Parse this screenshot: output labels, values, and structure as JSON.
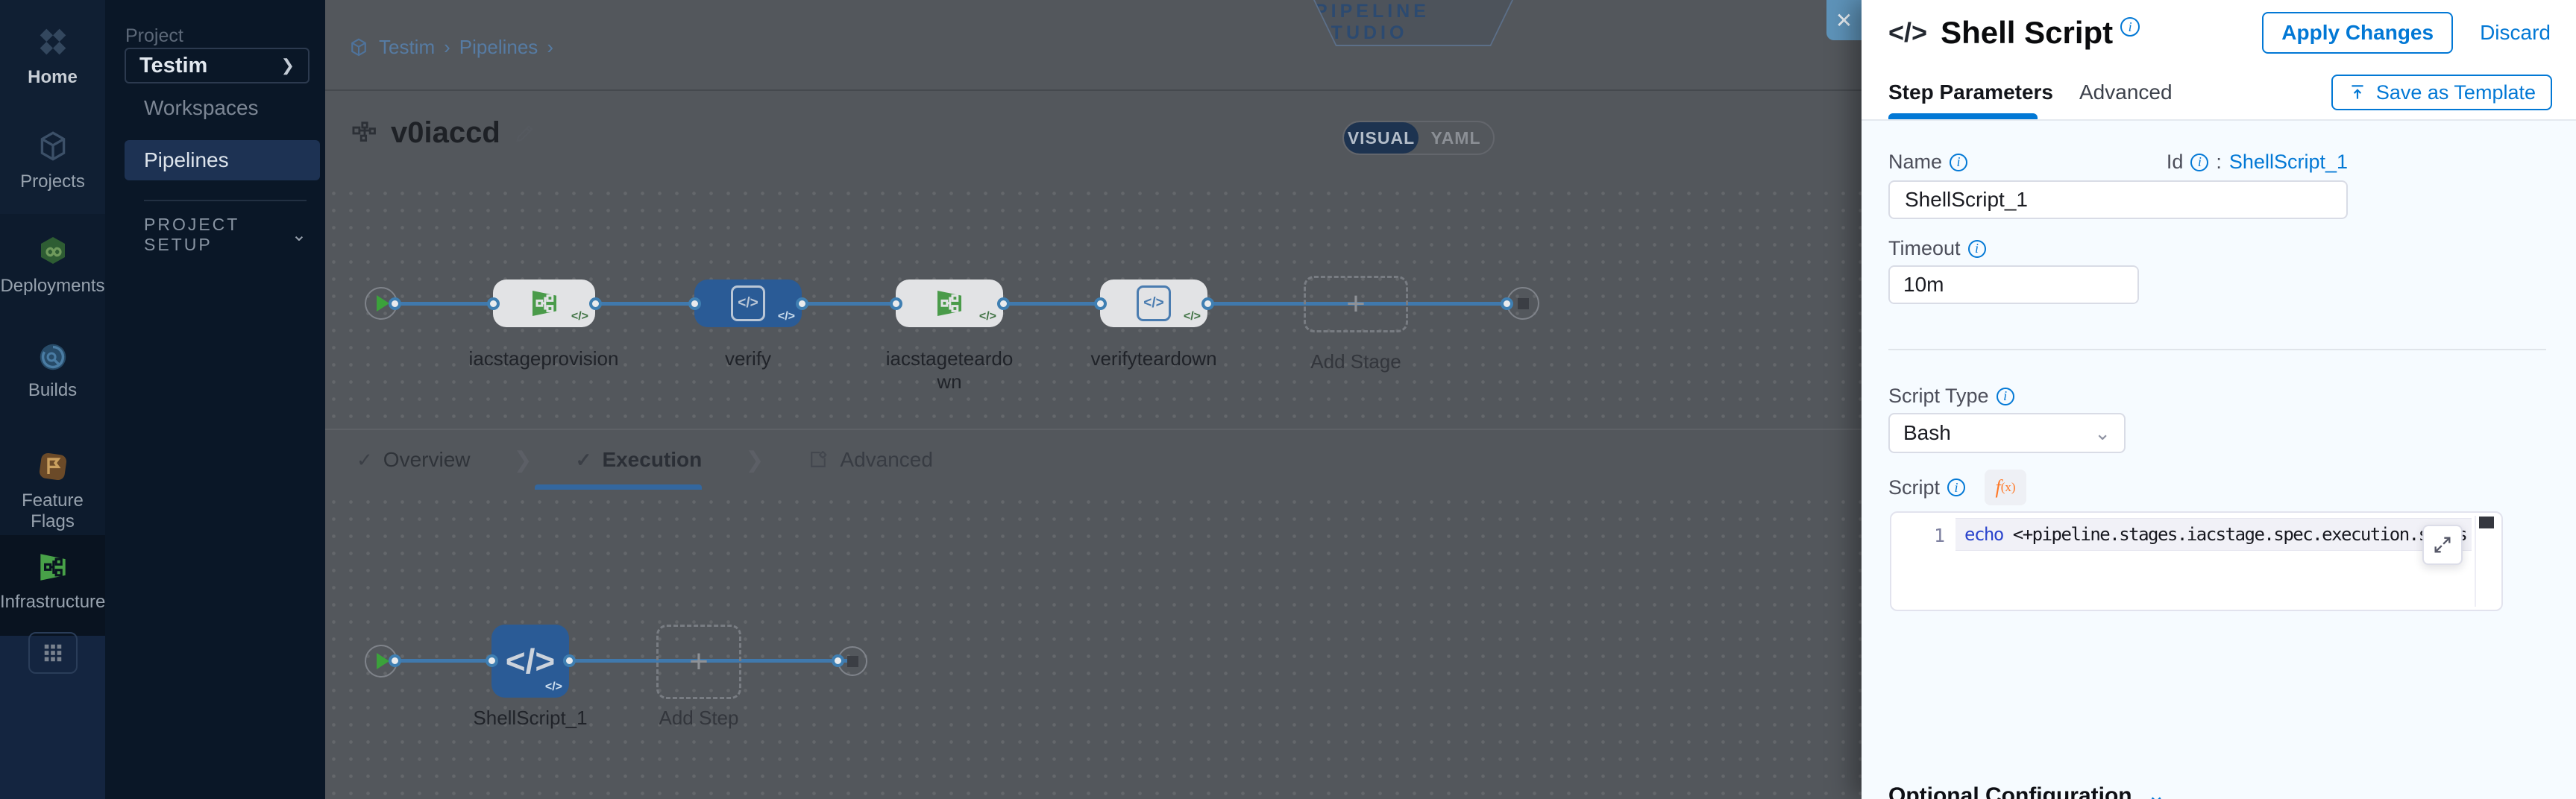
{
  "rail": {
    "items": [
      {
        "label": "Home"
      },
      {
        "label": "Projects"
      },
      {
        "label": "Deployments"
      },
      {
        "label": "Builds"
      },
      {
        "label": "Feature Flags"
      },
      {
        "label": "Infrastructures"
      }
    ]
  },
  "sidenav": {
    "project_label": "Project",
    "project_name": "Testim",
    "workspaces": "Workspaces",
    "pipelines": "Pipelines",
    "project_setup": "PROJECT SETUP"
  },
  "topbar": {
    "breadcrumb_project": "Testim",
    "breadcrumb_pipelines": "Pipelines",
    "studio_badge": "PIPELINE STUDIO",
    "pipeline_name": "v0iaccd",
    "toggle_visual": "VISUAL",
    "toggle_yaml": "YAML"
  },
  "stage_graph": {
    "stages": [
      {
        "label": "iacstageprovision"
      },
      {
        "label": "verify"
      },
      {
        "label": "iacstageteardown"
      },
      {
        "label": "verifyteardown"
      }
    ],
    "add_stage": "Add Stage"
  },
  "canvas_tabs": {
    "overview": "Overview",
    "execution": "Execution",
    "advanced": "Advanced"
  },
  "execution_graph": {
    "step_name": "ShellScript_1",
    "add_step": "Add Step"
  },
  "panel": {
    "title": "Shell Script",
    "apply": "Apply Changes",
    "discard": "Discard",
    "tab_step_parameters": "Step Parameters",
    "tab_advanced": "Advanced",
    "save_as_template": "Save as Template",
    "name_label": "Name",
    "name_value": "ShellScript_1",
    "id_label": "Id",
    "id_separator": ":",
    "id_value": "ShellScript_1",
    "timeout_label": "Timeout",
    "timeout_value": "10m",
    "script_type_label": "Script Type",
    "script_type_value": "Bash",
    "script_label": "Script",
    "fx_f": "f",
    "fx_sub": "(x)",
    "editor": {
      "line_number": "1",
      "keyword": "echo",
      "code_rest": " <+pipeline.stages.iacstage.spec.execution.steps.appl"
    },
    "optional_configuration": "Optional Configuration"
  },
  "icons": {
    "code": "</>",
    "plus": "+",
    "check": "✓",
    "chevron_right": "❯",
    "chevron_down": "⌄",
    "breadcrumb_sep": "›",
    "close": "✕",
    "info": "i"
  },
  "colors": {
    "accent_blue": "#0278d5",
    "node_blue": "#2a5b96",
    "infra_green": "#4a9b4a",
    "fx_orange": "#ff7826",
    "close_button_blue": "#5e93b9"
  }
}
